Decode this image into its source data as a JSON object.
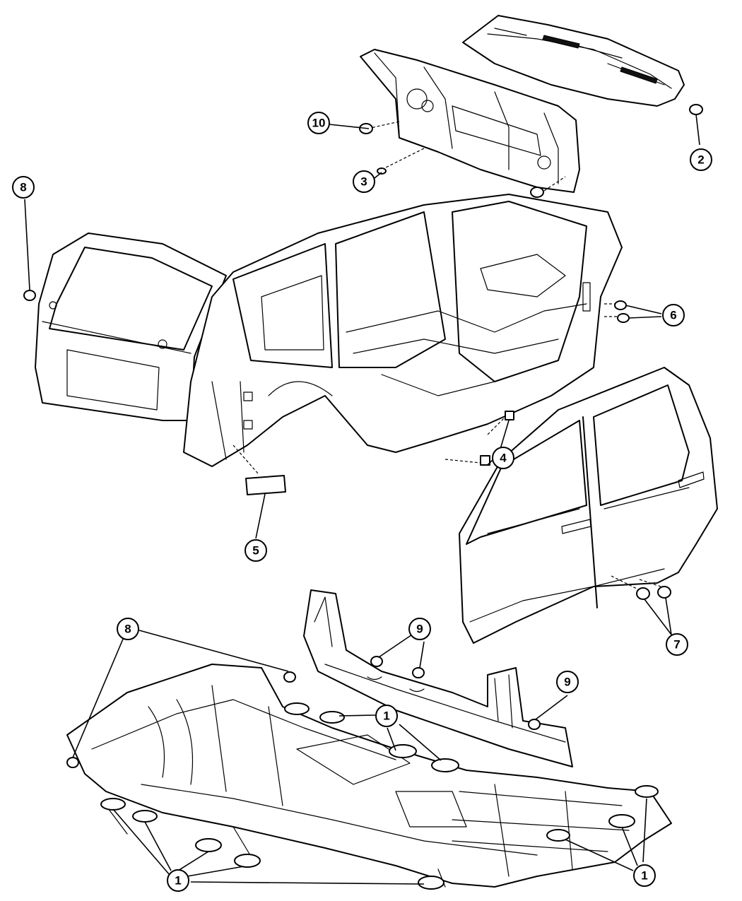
{
  "callouts": {
    "c1a": "1",
    "c1b": "1",
    "c1c": "1",
    "c2": "2",
    "c3": "3",
    "c4": "4",
    "c5": "5",
    "c6": "6",
    "c7": "7",
    "c8a": "8",
    "c8b": "8",
    "c9a": "9",
    "c9b": "9",
    "c10": "10"
  }
}
